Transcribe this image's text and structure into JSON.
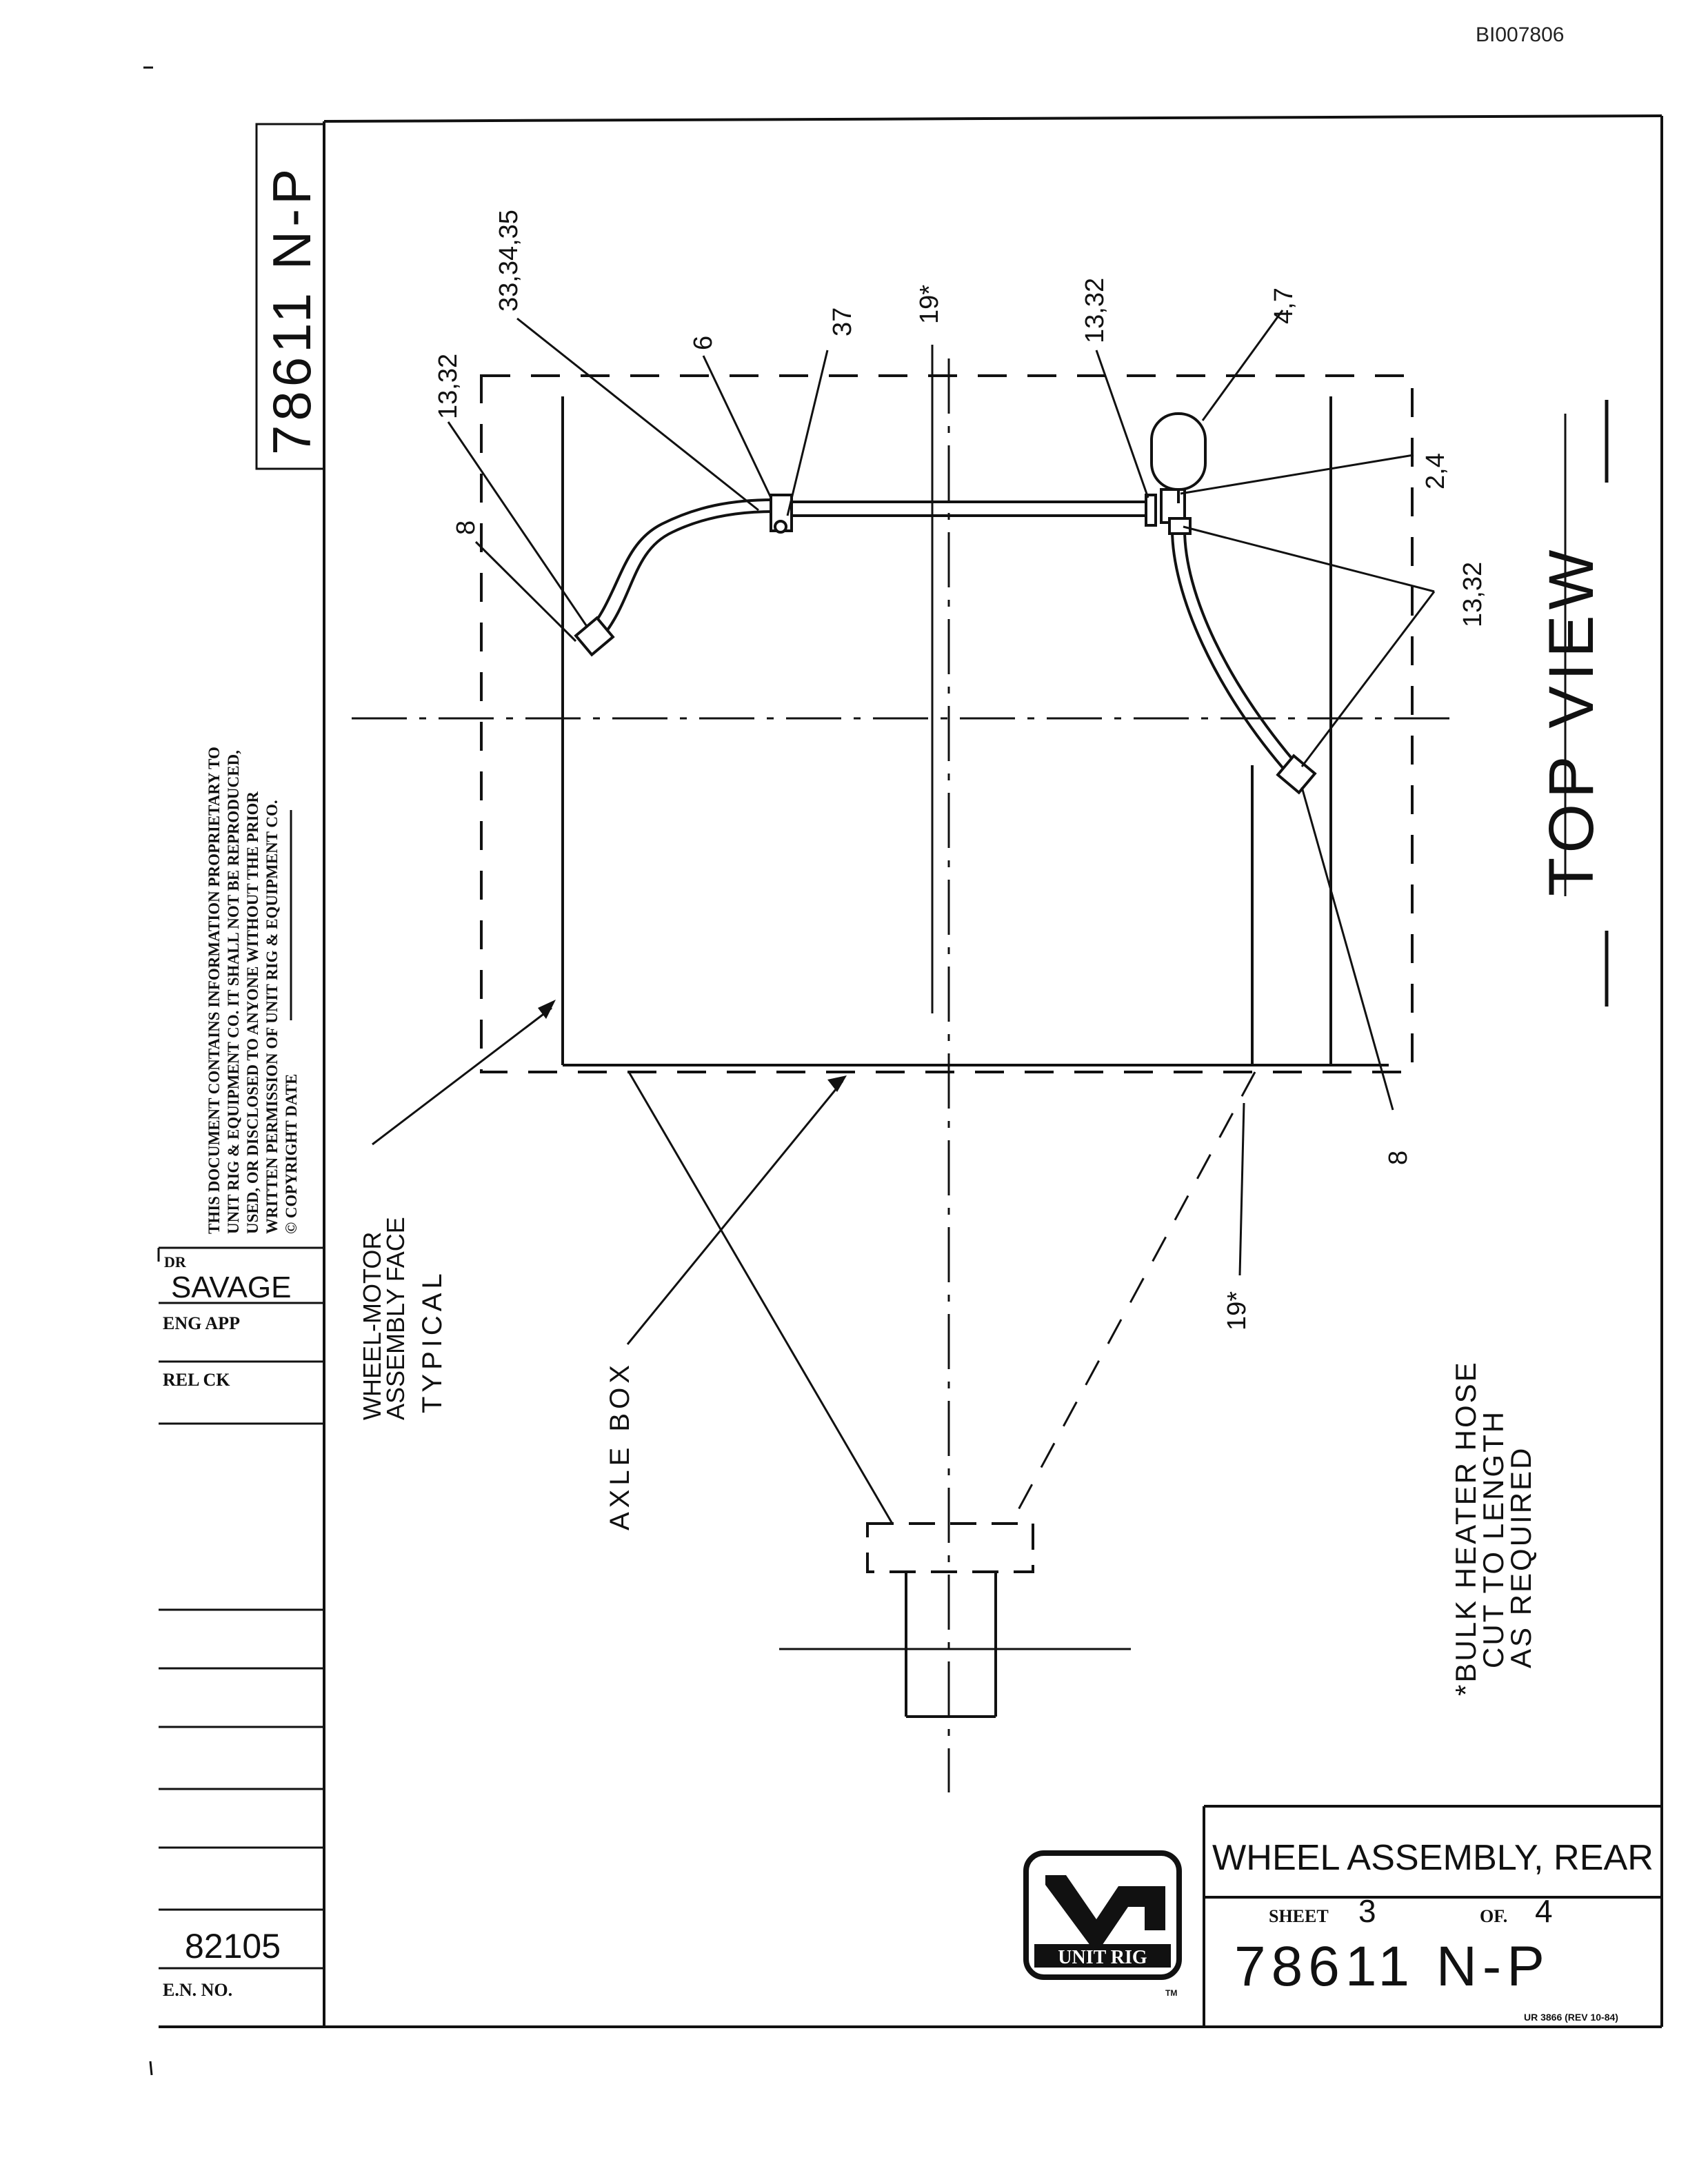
{
  "doc_id": "BI007806",
  "drawing_number_vertical": "78611 N-P",
  "proprietary_notice": [
    "THIS DOCUMENT CONTAINS INFORMATION PROPRIETARY TO",
    "UNIT RIG & EQUIPMENT CO. IT SHALL NOT BE REPRODUCED,",
    "USED, OR DISCLOSED TO ANYONE WITHOUT THE PRIOR",
    "WRITTEN PERMISSION OF UNIT RIG & EQUIPMENT CO.",
    "© COPYRIGHT DATE"
  ],
  "side_block": {
    "dr_label": "DR",
    "dr_name": "SAVAGE",
    "eng_app_label": "ENG APP",
    "rel_ck_label": "REL CK",
    "en_number": "82105",
    "en_label": "E.N. NO."
  },
  "view_title": "TOP VIEW",
  "callouts": {
    "c1": "13,32",
    "c2": "8",
    "c3": "33,34,35",
    "c4": "6",
    "c5": "37",
    "c6": "19*",
    "c7": "13,32",
    "c8": "4,7",
    "c9": "2,4",
    "c10": "13,32",
    "c11": "8",
    "c12": "19*"
  },
  "labels": {
    "wheel_motor_1": "WHEEL-MOTOR",
    "wheel_motor_2": "ASSEMBLY FACE",
    "wheel_motor_3": "TYPICAL",
    "axle_box": "AXLE BOX"
  },
  "note": {
    "line1": "*BULK HEATER HOSE",
    "line2": "CUT TO LENGTH",
    "line3": "AS REQUIRED"
  },
  "title_block": {
    "title": "WHEEL ASSEMBLY, REAR",
    "sheet_label": "SHEET",
    "sheet_number": "3",
    "of_label": "OF.",
    "total_sheets": "4",
    "drawing_number": "78611 N-P",
    "logo_text": "UNIT RIG",
    "tm": "TM"
  },
  "form_number": "UR 3866 (REV 10-84)"
}
